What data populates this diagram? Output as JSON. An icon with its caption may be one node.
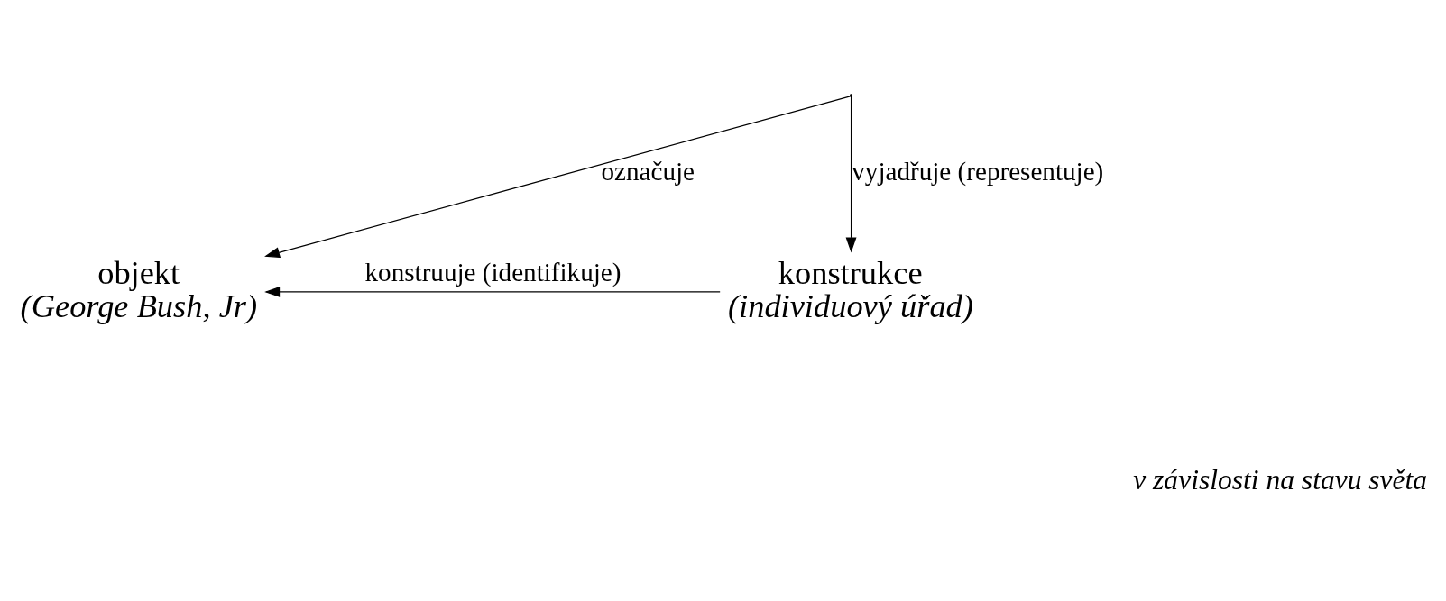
{
  "diagram": {
    "nodes": [
      {
        "text": [],
        "shape": "point"
      },
      {
        "text": [
          "objekt",
          "(George Bush, Jr)"
        ]
      },
      {
        "text": [
          "konstrukce",
          "(individuový úřad)"
        ]
      }
    ],
    "edges": [
      {
        "from": 0,
        "to": 1,
        "arrow": "to",
        "label": "označuje"
      },
      {
        "from": 0,
        "to": 2,
        "arrow": "to",
        "label": "vyjadřuje (representuje)"
      },
      {
        "from": 2,
        "to": 1,
        "arrow": "to",
        "label": "konstruuje (identifikuje)"
      }
    ],
    "labels": [
      "v závislosti na stavu světa"
    ]
  }
}
